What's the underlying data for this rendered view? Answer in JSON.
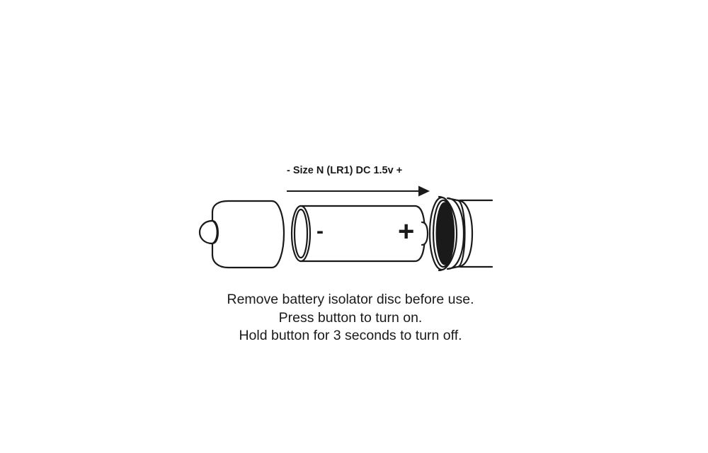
{
  "diagram": {
    "size_label": "- Size N (LR1) DC 1.5v +",
    "minus_symbol": "-",
    "plus_symbol": "+",
    "instructions": [
      "Remove battery isolator disc before use.",
      "Press button to turn on.",
      "Hold button for 3 seconds to turn off."
    ],
    "colors": {
      "stroke": "#1a1a1a",
      "background": "#ffffff"
    }
  }
}
